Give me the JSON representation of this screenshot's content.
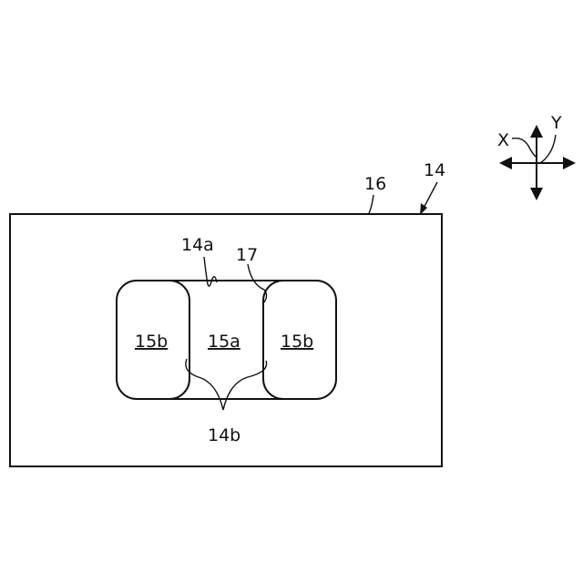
{
  "labels": {
    "l16": "16",
    "l14": "14",
    "l14a": "14a",
    "l17": "17",
    "l15b_left": "15b",
    "l15a": "15a",
    "l15b_right": "15b",
    "l14b": "14b",
    "axis_x": "X",
    "axis_y": "Y"
  }
}
